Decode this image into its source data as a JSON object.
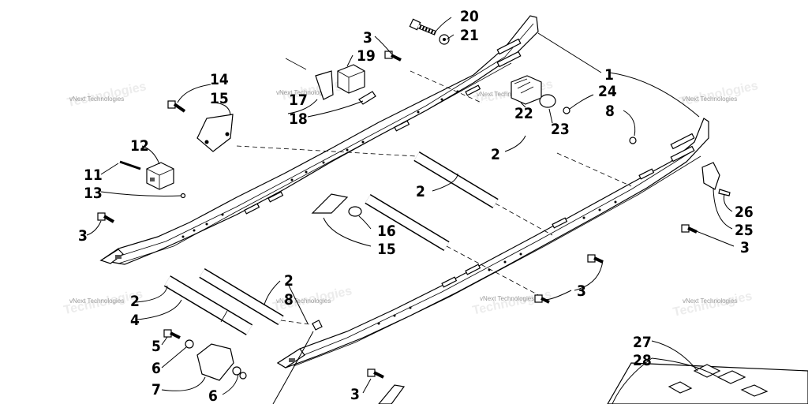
{
  "diagram": {
    "watermark_text": "vNext Technologies",
    "callouts": [
      "20",
      "21",
      "3",
      "19",
      "1",
      "14",
      "15",
      "17",
      "18",
      "24",
      "22",
      "8",
      "23",
      "12",
      "2",
      "11",
      "13",
      "2",
      "16",
      "26",
      "25",
      "3",
      "15",
      "3",
      "2",
      "3",
      "2",
      "8",
      "4",
      "5",
      "6",
      "7",
      "6",
      "3",
      "27",
      "28"
    ]
  }
}
